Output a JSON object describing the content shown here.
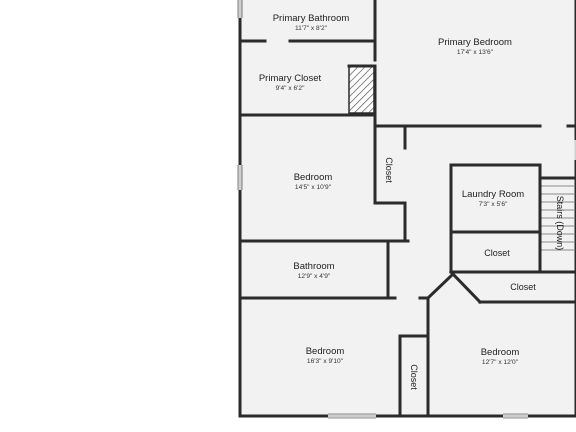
{
  "rooms": {
    "primary_bathroom": {
      "name": "Primary Bathroom",
      "dims": "11'7\" x 8'2\""
    },
    "primary_bedroom": {
      "name": "Primary Bedroom",
      "dims": "17'4\" x 13'6\""
    },
    "primary_closet": {
      "name": "Primary Closet",
      "dims": "9'4\" x 6'2\""
    },
    "bedroom_mid": {
      "name": "Bedroom",
      "dims": "14'5\" x 10'9\""
    },
    "closet_mid": {
      "name": "Closet"
    },
    "laundry_room": {
      "name": "Laundry Room",
      "dims": "7'3\" x 5'6\""
    },
    "stairs": {
      "name": "Stairs (Down)"
    },
    "closet_laundry": {
      "name": "Closet"
    },
    "closet_hall": {
      "name": "Closet"
    },
    "bathroom": {
      "name": "Bathroom",
      "dims": "12'9\" x 4'9\""
    },
    "bedroom_sw": {
      "name": "Bedroom",
      "dims": "16'3\" x 9'10\""
    },
    "closet_sw": {
      "name": "Closet"
    },
    "bedroom_se": {
      "name": "Bedroom",
      "dims": "12'7\" x 12'0\""
    }
  },
  "colors": {
    "wall": "#2b2b2b",
    "floor": "#f2f2f2",
    "background": "#ffffff",
    "hatch": "#555555",
    "window": "#cfcfcf"
  }
}
